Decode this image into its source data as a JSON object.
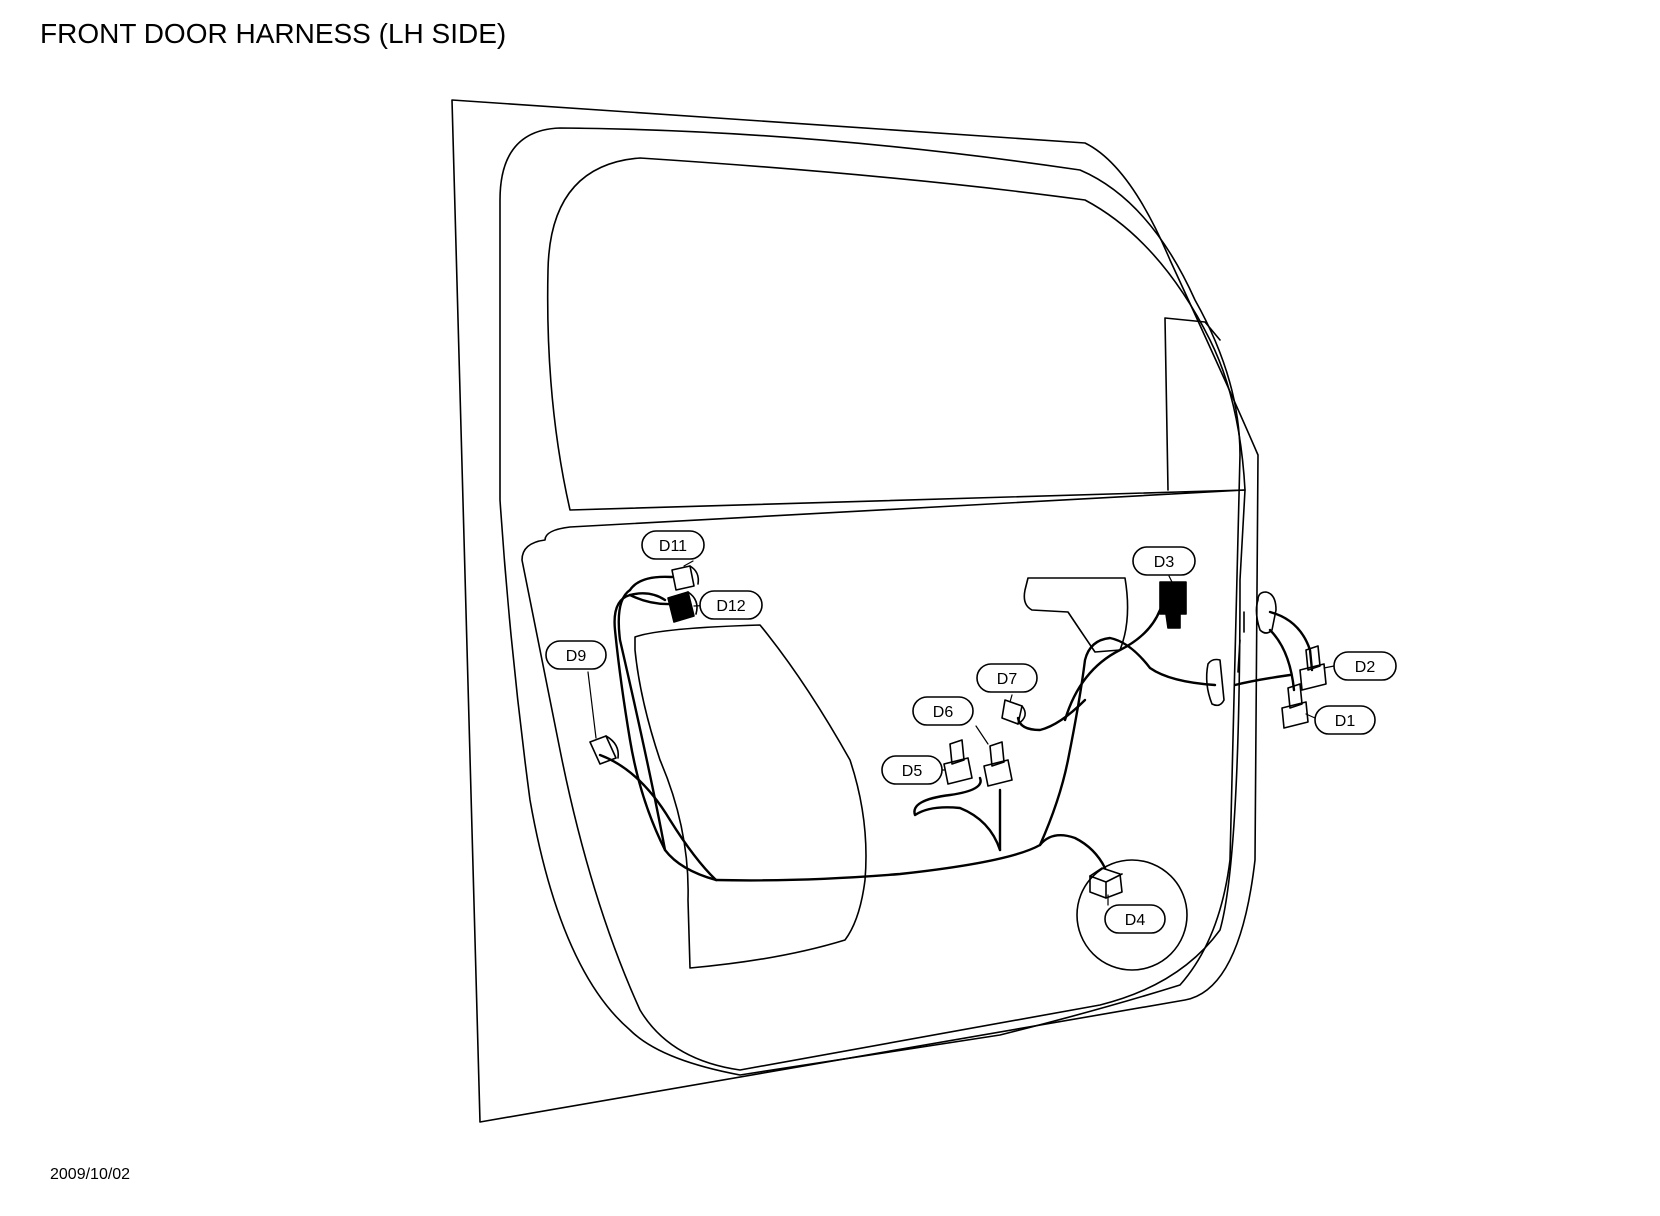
{
  "title": "FRONT DOOR HARNESS (LH SIDE)",
  "date": "2009/10/02",
  "connectors": {
    "d1": "D1",
    "d2": "D2",
    "d3": "D3",
    "d4": "D4",
    "d5": "D5",
    "d6": "D6",
    "d7": "D7",
    "d9": "D9",
    "d11": "D11",
    "d12": "D12"
  }
}
